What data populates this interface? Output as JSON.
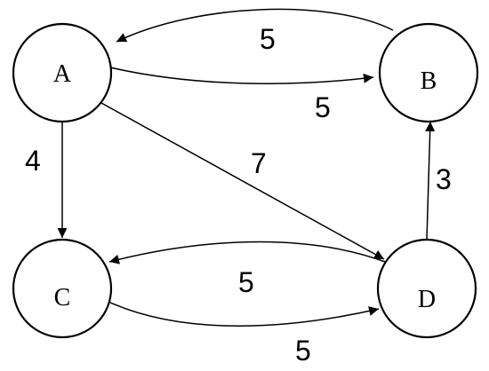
{
  "graph": {
    "nodes": [
      {
        "id": "A",
        "label": "A"
      },
      {
        "id": "B",
        "label": "B"
      },
      {
        "id": "C",
        "label": "C"
      },
      {
        "id": "D",
        "label": "D"
      }
    ],
    "edges": [
      {
        "from": "B",
        "to": "A",
        "weight": "5"
      },
      {
        "from": "A",
        "to": "B",
        "weight": "5"
      },
      {
        "from": "A",
        "to": "C",
        "weight": "4"
      },
      {
        "from": "A",
        "to": "D",
        "weight": "7"
      },
      {
        "from": "D",
        "to": "B",
        "weight": "3"
      },
      {
        "from": "D",
        "to": "C",
        "weight": "5"
      },
      {
        "from": "C",
        "to": "D",
        "weight": "5"
      }
    ]
  }
}
